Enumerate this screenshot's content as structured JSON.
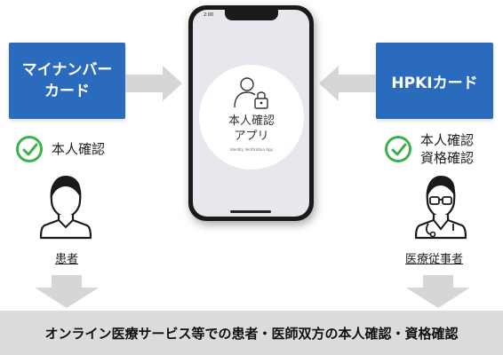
{
  "left_card": {
    "line1": "マイナンバー",
    "line2": "カード"
  },
  "right_card": {
    "label": "HPKIカード"
  },
  "left_check": {
    "label": "本人確認"
  },
  "right_check": {
    "line1": "本人確認",
    "line2": "資格確認"
  },
  "patient": {
    "label": "患者"
  },
  "medical_staff": {
    "label": "医療従事者"
  },
  "phone": {
    "time": "2:00",
    "app_title_line1": "本人確認",
    "app_title_line2": "アプリ",
    "app_subtitle": "Identity Verification App"
  },
  "footer": {
    "text": "オンライン医療サービス等での患者・医師双方の本人確認・資格確認"
  },
  "colors": {
    "card_blue": "#2a6bbd",
    "check_green": "#3cb34a",
    "arrow_gray": "#d6d6d6",
    "footer_bg": "#dcdcdc"
  }
}
